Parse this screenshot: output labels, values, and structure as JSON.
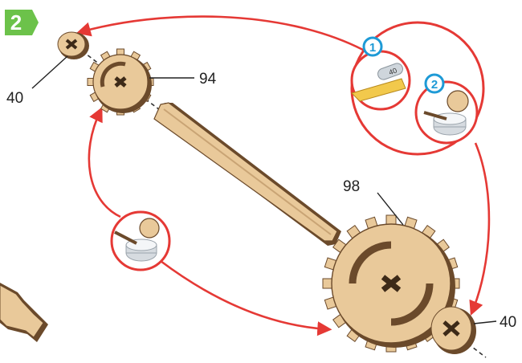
{
  "step": {
    "number": "2",
    "badge_color": "#6cc24a"
  },
  "parts": {
    "washer_top": "40",
    "small_gear": "94",
    "large_gear": "98",
    "washer_bottom": "40"
  },
  "callouts": {
    "sub_step_1": "1",
    "sub_step_2": "2",
    "tape_text": "40"
  },
  "colors": {
    "arrow": "#e53935",
    "wood": "#e9c99a",
    "wood_edge": "#6b4a2b",
    "badge_ring": "#1e9ad6"
  },
  "icons": [
    "glue-tape-icon",
    "glue-pot-icon",
    "curved-arrow-icon"
  ]
}
